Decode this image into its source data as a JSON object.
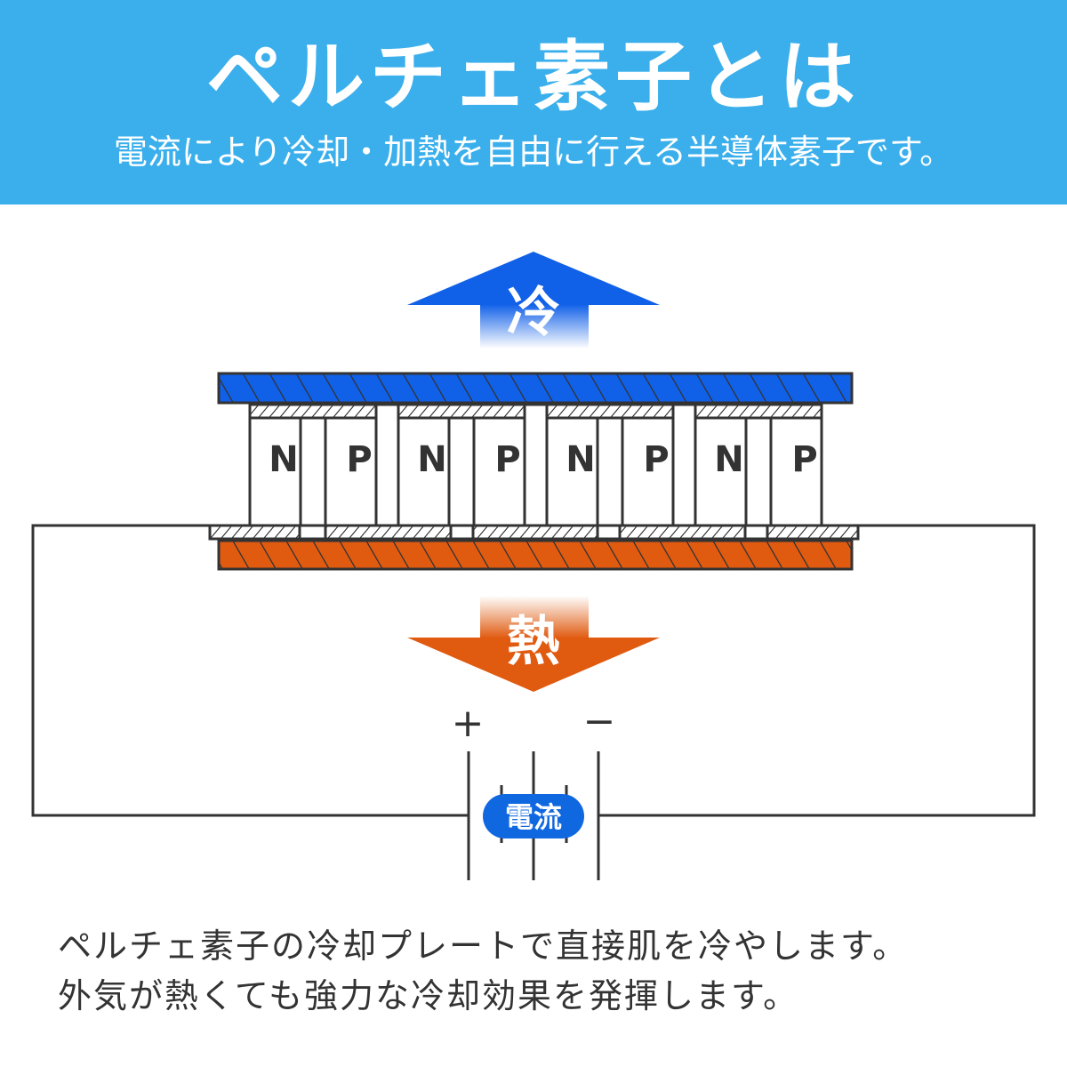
{
  "header": {
    "title": "ペルチェ素子とは",
    "subtitle": "電流により冷却・加熱を自由に行える半導体素子です。"
  },
  "diagram": {
    "cold_label": "冷",
    "heat_label": "熱",
    "leg_labels": [
      "N",
      "P",
      "N",
      "P",
      "N",
      "P",
      "N",
      "P"
    ],
    "plus": "+",
    "minus": "−",
    "current_label": "電流",
    "colors": {
      "header": "#3AAFEC",
      "cold": "#1060E8",
      "heat": "#E05A10",
      "line": "#333333"
    }
  },
  "description": {
    "line1": "ペルチェ素子の冷却プレートで直接肌を冷やします。",
    "line2": "外気が熱くても強力な冷却効果を発揮します。"
  }
}
